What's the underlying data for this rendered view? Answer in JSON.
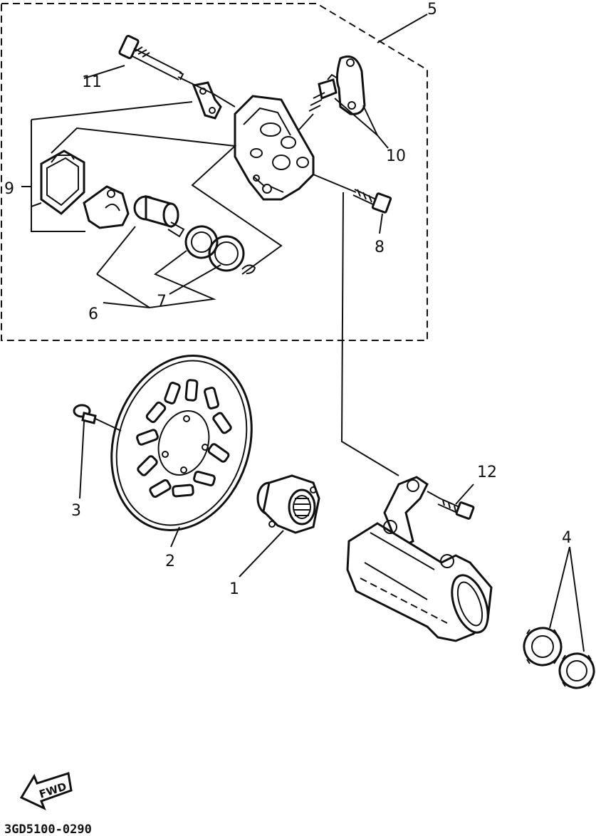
{
  "diagram": {
    "callouts": [
      {
        "id": "1",
        "text": "1"
      },
      {
        "id": "2",
        "text": "2"
      },
      {
        "id": "3",
        "text": "3"
      },
      {
        "id": "4",
        "text": "4"
      },
      {
        "id": "5",
        "text": "5"
      },
      {
        "id": "6",
        "text": "6"
      },
      {
        "id": "7",
        "text": "7"
      },
      {
        "id": "8",
        "text": "8"
      },
      {
        "id": "9",
        "text": "9"
      },
      {
        "id": "10",
        "text": "10"
      },
      {
        "id": "11",
        "text": "11"
      },
      {
        "id": "12",
        "text": "12"
      }
    ],
    "fwd_label": "FWD",
    "drawing_code": "3GD5100-0290"
  }
}
